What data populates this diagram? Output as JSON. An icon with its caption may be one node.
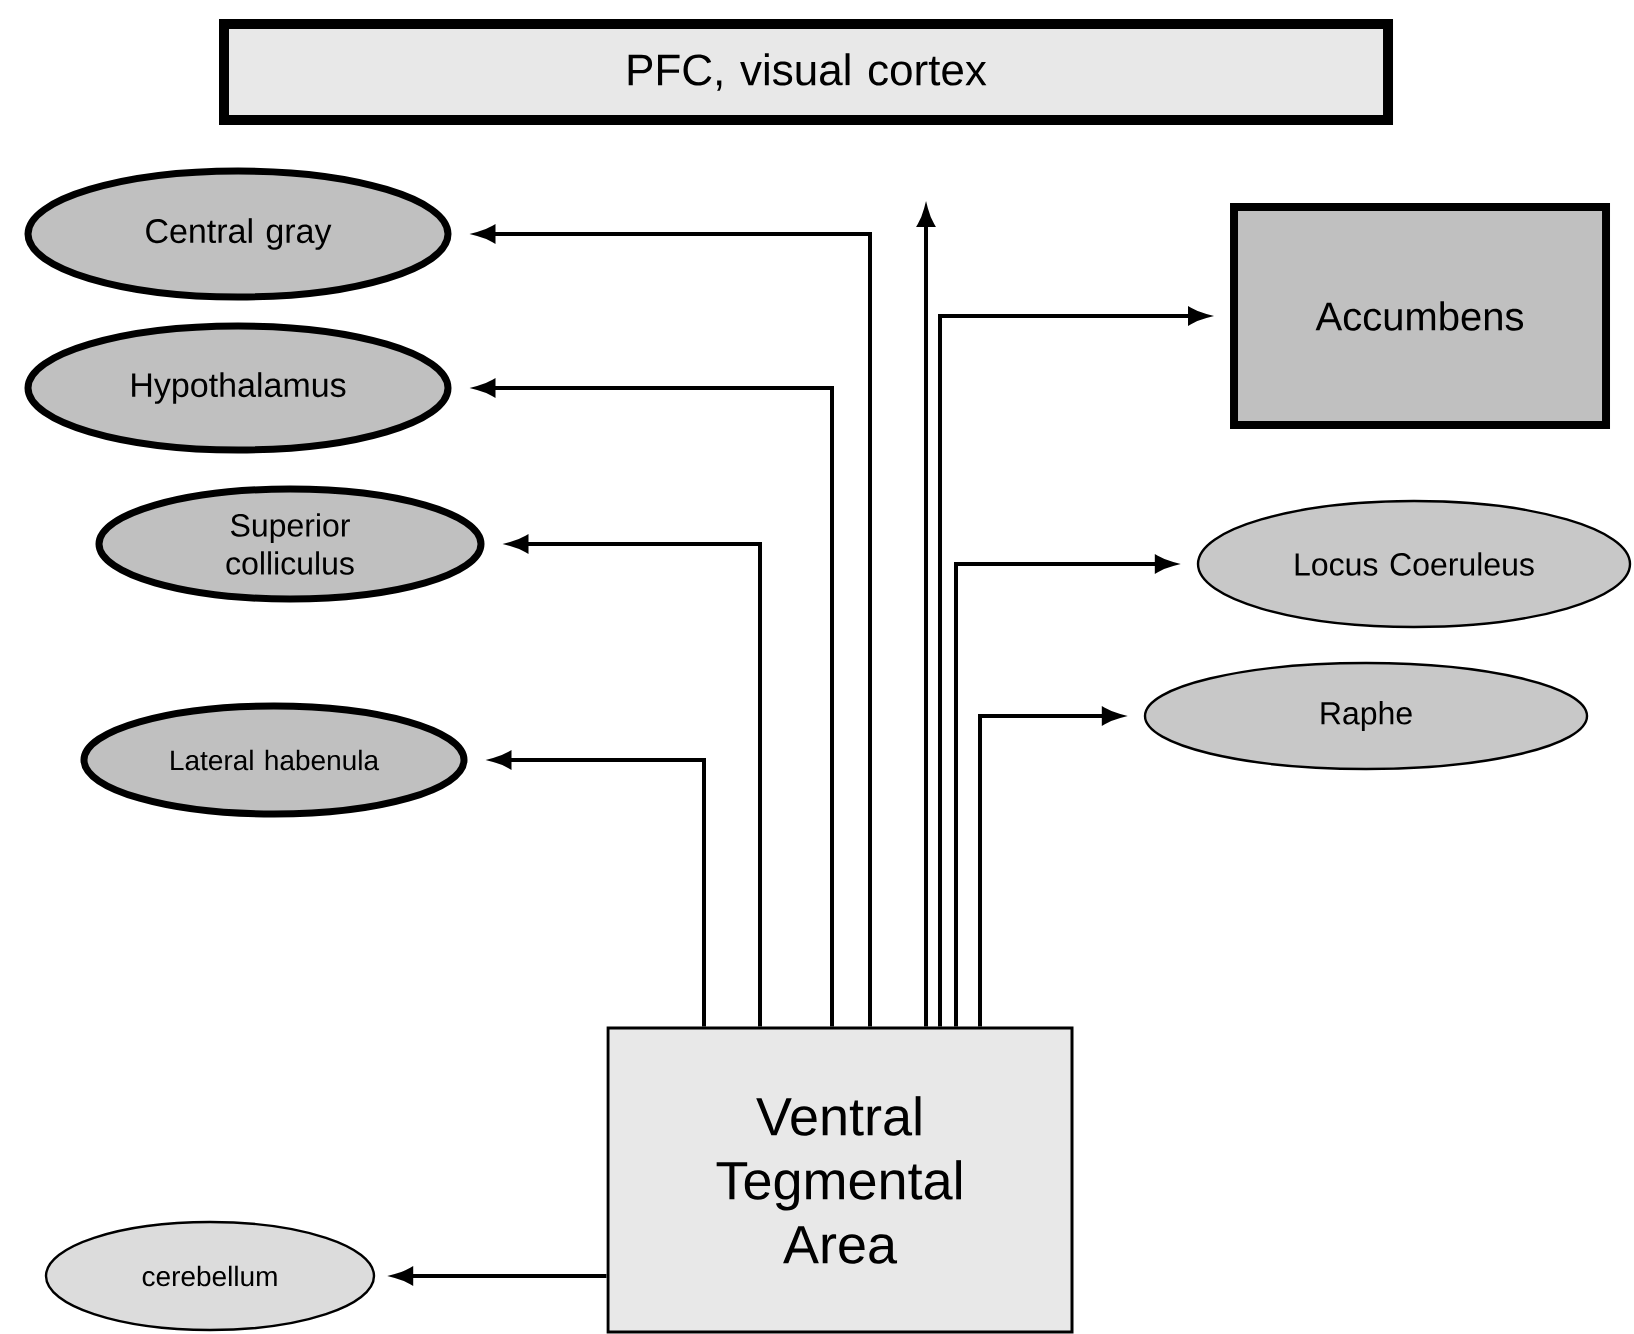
{
  "diagram": {
    "nodes": [
      {
        "text": [
          "PFC, visual cortex"
        ]
      },
      {
        "text": [
          "Central gray"
        ]
      },
      {
        "text": [
          "Hypothalamus"
        ]
      },
      {
        "text": [
          "Accumbens"
        ]
      },
      {
        "text": [
          "Superior colliculus"
        ]
      },
      {
        "text": [
          "Locus Coeruleus"
        ]
      },
      {
        "text": [
          "Raphe"
        ]
      },
      {
        "text": [
          "Lateral habenula"
        ]
      },
      {
        "text": [
          "Ventral Tegmental Area"
        ]
      },
      {
        "text": [
          "cerebellum"
        ]
      }
    ],
    "edges": [
      {
        "from": 8,
        "to": 0,
        "arrow": "to"
      },
      {
        "from": 8,
        "to": 1,
        "arrow": "to"
      },
      {
        "from": 8,
        "to": 2,
        "arrow": "to"
      },
      {
        "from": 8,
        "to": 3,
        "arrow": "to"
      },
      {
        "from": 8,
        "to": 4,
        "arrow": "to"
      },
      {
        "from": 8,
        "to": 5,
        "arrow": "to"
      },
      {
        "from": 8,
        "to": 6,
        "arrow": "to"
      },
      {
        "from": 8,
        "to": 7,
        "arrow": "to"
      },
      {
        "from": 8,
        "to": 9,
        "arrow": "to"
      }
    ]
  }
}
